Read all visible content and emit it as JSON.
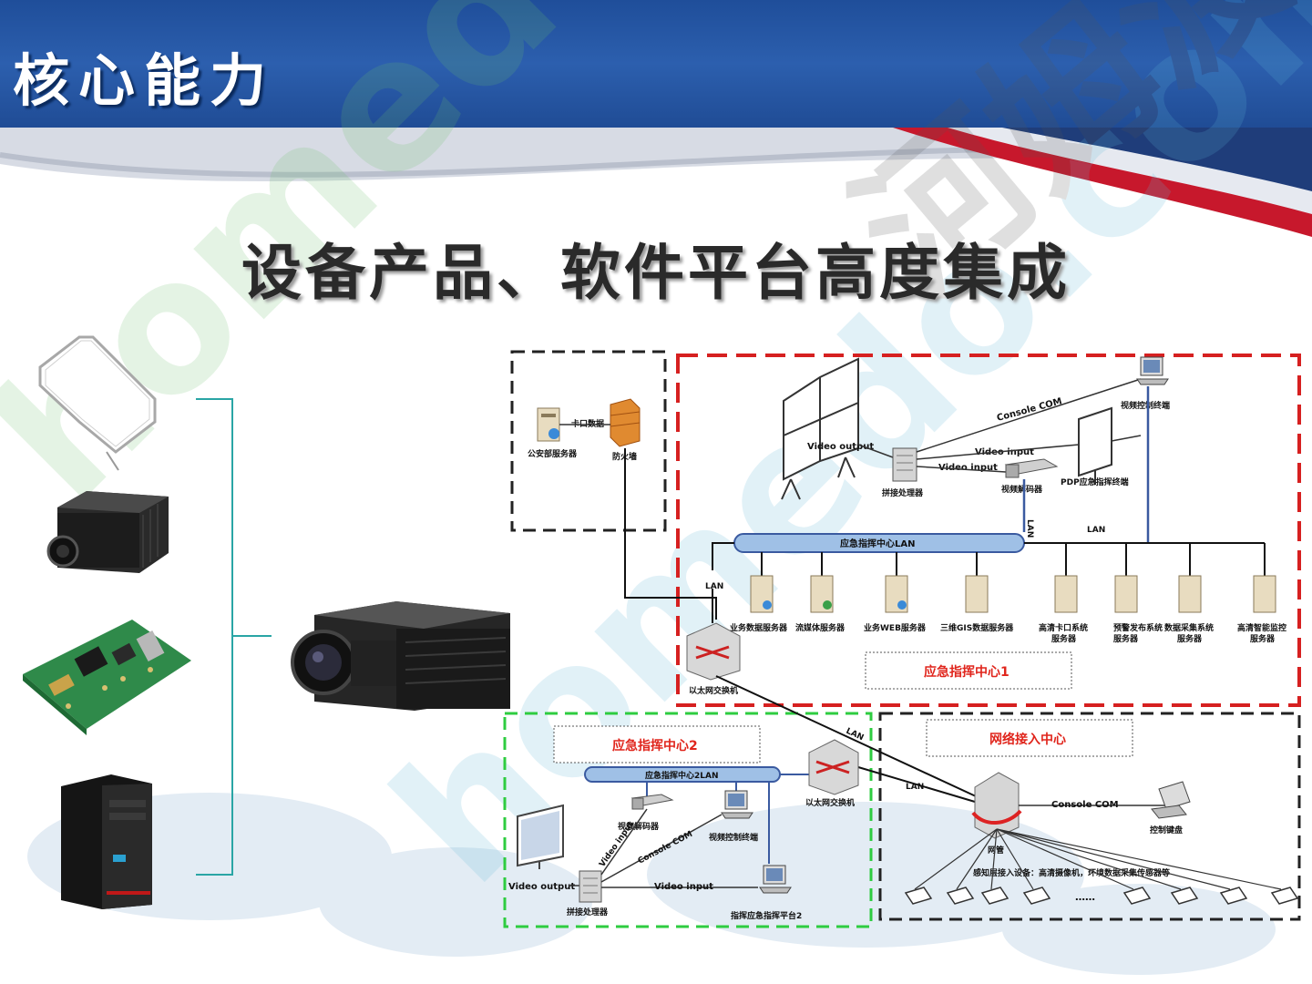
{
  "header": {
    "title": "核心能力"
  },
  "subtitle": "设备产品、软件平台高度集成",
  "watermark": {
    "latin": "homedo.com",
    "cjk": "河姆渡"
  },
  "diagram": {
    "zone_police": {
      "server": "公安部服务器",
      "link_label": "卡口数据",
      "firewall": "防火墙"
    },
    "center1": {
      "title": "应急指挥中心1",
      "lan_bus": "应急指挥中心LAN",
      "video_output": "Video output",
      "video_input_1": "Video input",
      "video_input_2": "Video input",
      "console_com": "Console COM",
      "splicer": "拼接处理器",
      "decoder": "视频解码器",
      "pdp_terminal": "PDP应急指挥终端",
      "video_control_terminal": "视频控制终端",
      "lan_1": "LAN",
      "lan_2": "LAN",
      "lan_3": "LAN",
      "switch": "以太网交换机",
      "servers": [
        "业务数据服务器",
        "流媒体服务器",
        "业务WEB服务器",
        "三维GIS数据服务器"
      ],
      "servers2": [
        {
          "l1": "高清卡口系统",
          "l2": "服务器"
        },
        {
          "l1": "预警发布系统",
          "l2": "服务器"
        },
        {
          "l1": "数据采集系统",
          "l2": "服务器"
        },
        {
          "l1": "高清智能监控",
          "l2": "服务器"
        }
      ]
    },
    "center2": {
      "title": "应急指挥中心2",
      "lan_bus": "应急指挥中心2LAN",
      "switch": "以太网交换机",
      "decoder": "视频解码器",
      "video_control_terminal": "视频控制终端",
      "video_output": "Video output",
      "video_input_a": "Video input",
      "video_input_b": "Video input",
      "console_com": "Console COM",
      "splicer": "拼接处理器",
      "platform": "指挥应急指挥平台2"
    },
    "network": {
      "title": "网络接入中心",
      "lan_a": "LAN",
      "lan_b": "LAN",
      "console_com": "Console COM",
      "control_keyboard": "控制键盘",
      "nms": "网管",
      "sensing": "感知层接入设备：高清摄像机，环境数据采集传感器等",
      "ellipsis": "……"
    }
  },
  "colors": {
    "header_blue": "#2c5fae",
    "zone_red": "#d62020",
    "zone_green": "#2ecc40",
    "zone_black": "#222222",
    "zone_title_red": "#e0251c"
  }
}
